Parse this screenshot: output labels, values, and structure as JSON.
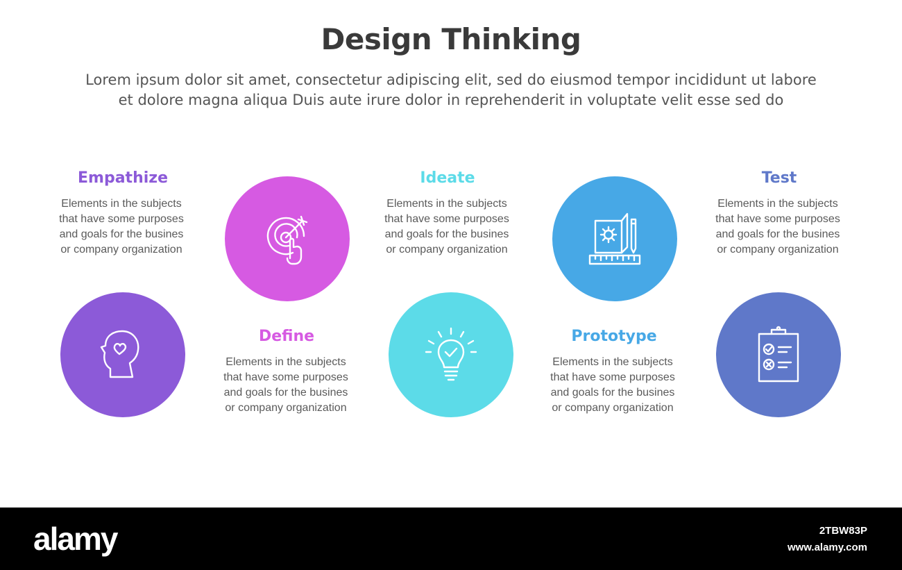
{
  "header": {
    "title": "Design Thinking",
    "subtitle_line1": "Lorem ipsum dolor sit amet, consectetur adipiscing elit, sed do eiusmod tempor incididunt ut labore",
    "subtitle_line2": "et dolore magna aliqua Duis aute irure dolor in reprehenderit in voluptate velit esse sed do"
  },
  "steps": [
    {
      "title": "Empathize",
      "color": "#8c5ad8",
      "icon": "head-heart-icon",
      "desc": [
        "Elements in the subjects",
        "that have some purposes",
        "and goals for the  busines",
        "or company organization"
      ]
    },
    {
      "title": "Define",
      "color": "#d65ae2",
      "icon": "target-arrow-hand-icon",
      "desc": [
        "Elements in the subjects",
        "that have some purposes",
        "and goals for the  busines",
        "or company organization"
      ]
    },
    {
      "title": "Ideate",
      "color": "#5cdbe8",
      "icon": "lightbulb-check-icon",
      "desc": [
        "Elements in the subjects",
        "that have some purposes",
        "and goals for the  busines",
        "or company organization"
      ]
    },
    {
      "title": "Prototype",
      "color": "#47a8e6",
      "icon": "blueprint-gear-ruler-icon",
      "desc": [
        "Elements in the subjects",
        "that have some purposes",
        "and goals for the  busines",
        "or company organization"
      ]
    },
    {
      "title": "Test",
      "color": "#5f78c9",
      "icon": "clipboard-checklist-icon",
      "desc": [
        "Elements in the subjects",
        "that have some purposes",
        "and goals for the  busines",
        "or company organization"
      ]
    }
  ],
  "footer": {
    "brand": "alamy",
    "image_code": "2TBW83P",
    "site": "www.alamy.com"
  }
}
